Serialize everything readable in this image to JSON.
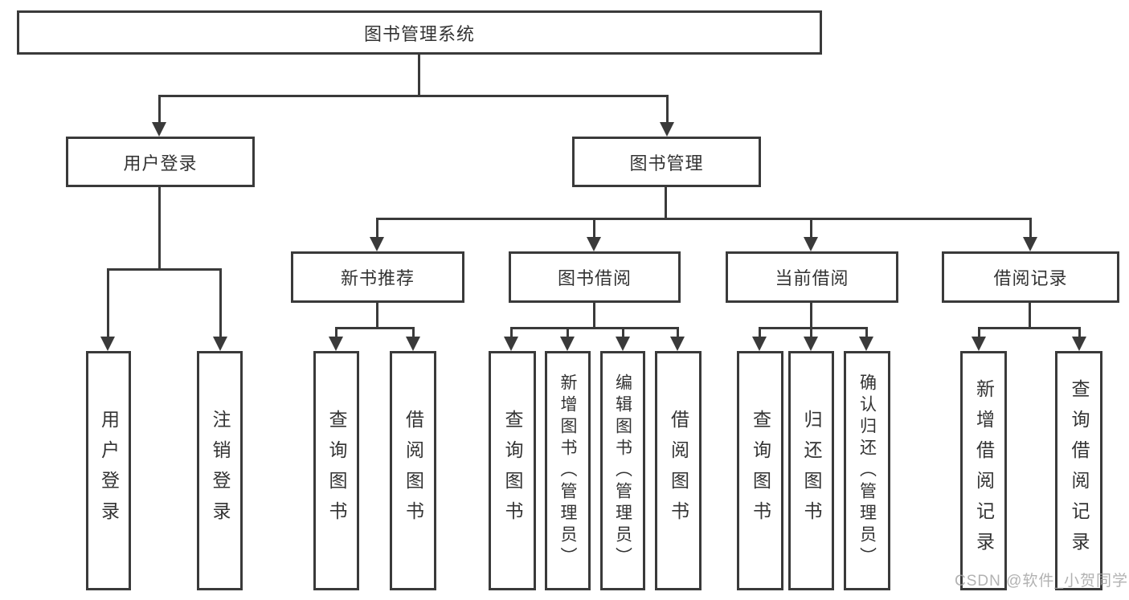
{
  "diagram": {
    "root": "图书管理系统",
    "level2": [
      "用户登录",
      "图书管理"
    ],
    "level3": [
      "新书推荐",
      "图书借阅",
      "当前借阅",
      "借阅记录"
    ],
    "leaves": [
      "用户登录",
      "注销登录",
      "查询图书",
      "借阅图书",
      "查询图书",
      "新增图书（管理员）",
      "编辑图书（管理员）",
      "借阅图书",
      "查询图书",
      "归还图书",
      "确认归还（管理员）",
      "新增借阅记录",
      "查询借阅记录"
    ]
  },
  "watermark": "CSDN @软件_小贺同学",
  "colors": {
    "line": "#3a3a3a",
    "text": "#333333",
    "background": "#ffffff",
    "watermark": "#a5a5a5"
  }
}
